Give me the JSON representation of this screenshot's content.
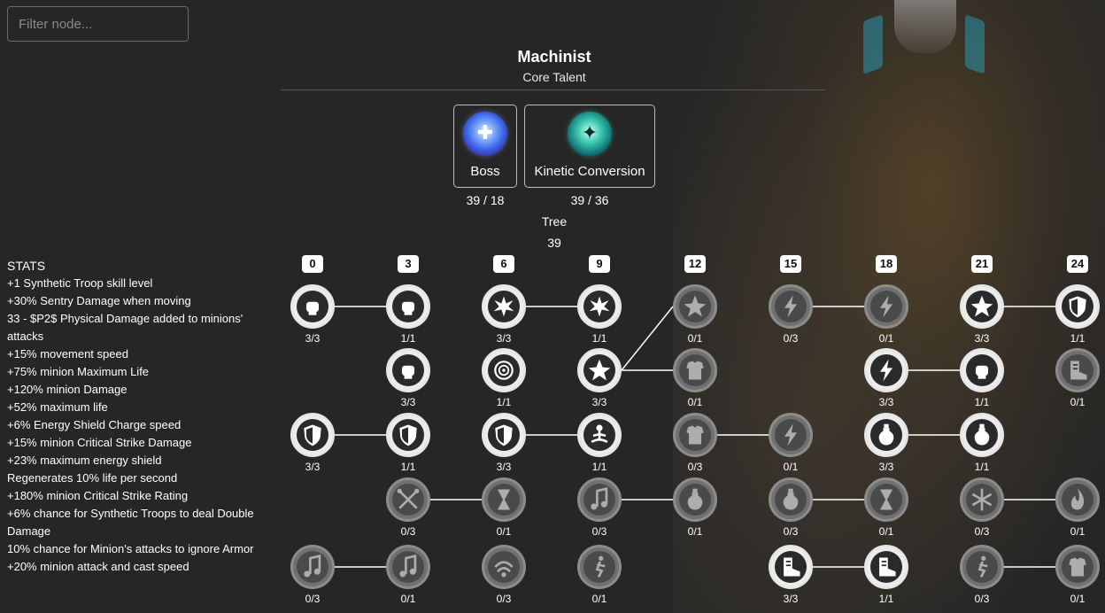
{
  "filter": {
    "placeholder": "Filter node..."
  },
  "header": {
    "title": "Machinist",
    "subtitle": "Core Talent"
  },
  "core_talents": [
    {
      "name": "Boss",
      "count": "39 / 18",
      "icon": "boss-icon"
    },
    {
      "name": "Kinetic Conversion",
      "count": "39 / 36",
      "icon": "kinetic-conversion-icon"
    }
  ],
  "tree": {
    "label": "Tree",
    "value": "39"
  },
  "stats": {
    "title": "STATS",
    "lines": [
      "+1 Synthetic Troop skill level",
      "+30% Sentry Damage when moving",
      "33 - $P2$ Physical Damage added to minions' attacks",
      "+15% movement speed",
      "+75% minion Maximum Life",
      "+120% minion Damage",
      "+52% maximum life",
      "+6% Energy Shield Charge speed",
      "+15% minion Critical Strike Damage",
      "+23% maximum energy shield",
      "Regenerates 10% life per second",
      "+180% minion Critical Strike Rating",
      "+6% chance for Synthetic Troops to deal Double Damage",
      "10% chance for Minion's attacks to ignore Armor",
      "+20% minion attack and cast speed"
    ]
  },
  "levels": [
    "0",
    "3",
    "6",
    "9",
    "12",
    "15",
    "18",
    "21",
    "24"
  ],
  "nodes": [
    {
      "col": 0,
      "row": 0,
      "count": "3/3",
      "active": true,
      "icon": "fist-icon"
    },
    {
      "col": 1,
      "row": 0,
      "count": "1/1",
      "active": true,
      "icon": "fist-icon"
    },
    {
      "col": 2,
      "row": 0,
      "count": "3/3",
      "active": true,
      "icon": "burst-icon"
    },
    {
      "col": 3,
      "row": 0,
      "count": "1/1",
      "active": true,
      "icon": "burst-icon"
    },
    {
      "col": 4,
      "row": 0,
      "count": "0/1",
      "active": false,
      "icon": "star-icon"
    },
    {
      "col": 5,
      "row": 0,
      "count": "0/3",
      "active": false,
      "icon": "bolt-icon"
    },
    {
      "col": 6,
      "row": 0,
      "count": "0/1",
      "active": false,
      "icon": "bolt-icon"
    },
    {
      "col": 7,
      "row": 0,
      "count": "3/3",
      "active": true,
      "icon": "star-icon"
    },
    {
      "col": 8,
      "row": 0,
      "count": "1/1",
      "active": true,
      "icon": "shield-icon"
    },
    {
      "col": 1,
      "row": 1,
      "count": "3/3",
      "active": true,
      "icon": "fist-icon"
    },
    {
      "col": 2,
      "row": 1,
      "count": "1/1",
      "active": true,
      "icon": "target-icon"
    },
    {
      "col": 3,
      "row": 1,
      "count": "3/3",
      "active": true,
      "icon": "star-icon"
    },
    {
      "col": 4,
      "row": 1,
      "count": "0/1",
      "active": false,
      "icon": "armor-icon"
    },
    {
      "col": 6,
      "row": 1,
      "count": "3/3",
      "active": true,
      "icon": "bolt-icon"
    },
    {
      "col": 7,
      "row": 1,
      "count": "1/1",
      "active": true,
      "icon": "fist-icon"
    },
    {
      "col": 8,
      "row": 1,
      "count": "0/1",
      "active": false,
      "icon": "boot-icon"
    },
    {
      "col": 0,
      "row": 2,
      "count": "3/3",
      "active": true,
      "icon": "shield-icon"
    },
    {
      "col": 1,
      "row": 2,
      "count": "1/1",
      "active": true,
      "icon": "shield-icon"
    },
    {
      "col": 2,
      "row": 2,
      "count": "3/3",
      "active": true,
      "icon": "shield-icon"
    },
    {
      "col": 3,
      "row": 2,
      "count": "1/1",
      "active": true,
      "icon": "meditate-icon"
    },
    {
      "col": 4,
      "row": 2,
      "count": "0/3",
      "active": false,
      "icon": "armor-icon"
    },
    {
      "col": 5,
      "row": 2,
      "count": "0/1",
      "active": false,
      "icon": "bolt-icon"
    },
    {
      "col": 6,
      "row": 2,
      "count": "3/3",
      "active": true,
      "icon": "potion-icon"
    },
    {
      "col": 7,
      "row": 2,
      "count": "1/1",
      "active": true,
      "icon": "potion-icon"
    },
    {
      "col": 1,
      "row": 3,
      "count": "0/3",
      "active": false,
      "icon": "cross-arrows-icon"
    },
    {
      "col": 2,
      "row": 3,
      "count": "0/1",
      "active": false,
      "icon": "hourglass-icon"
    },
    {
      "col": 3,
      "row": 3,
      "count": "0/3",
      "active": false,
      "icon": "note-icon"
    },
    {
      "col": 4,
      "row": 3,
      "count": "0/1",
      "active": false,
      "icon": "potion-icon"
    },
    {
      "col": 5,
      "row": 3,
      "count": "0/3",
      "active": false,
      "icon": "potion-icon"
    },
    {
      "col": 6,
      "row": 3,
      "count": "0/1",
      "active": false,
      "icon": "hourglass-icon"
    },
    {
      "col": 7,
      "row": 3,
      "count": "0/3",
      "active": false,
      "icon": "snowflake-icon"
    },
    {
      "col": 8,
      "row": 3,
      "count": "0/1",
      "active": false,
      "icon": "flame-icon"
    },
    {
      "col": 0,
      "row": 4,
      "count": "0/3",
      "active": false,
      "icon": "note-icon"
    },
    {
      "col": 1,
      "row": 4,
      "count": "0/1",
      "active": false,
      "icon": "note-icon"
    },
    {
      "col": 2,
      "row": 4,
      "count": "0/3",
      "active": false,
      "icon": "spin-icon"
    },
    {
      "col": 3,
      "row": 4,
      "count": "0/1",
      "active": false,
      "icon": "figure-icon"
    },
    {
      "col": 5,
      "row": 4,
      "count": "3/3",
      "active": true,
      "icon": "boot-icon"
    },
    {
      "col": 6,
      "row": 4,
      "count": "1/1",
      "active": true,
      "icon": "boot-icon"
    },
    {
      "col": 7,
      "row": 4,
      "count": "0/3",
      "active": false,
      "icon": "figure-icon"
    },
    {
      "col": 8,
      "row": 4,
      "count": "0/1",
      "active": false,
      "icon": "armor-icon"
    }
  ],
  "links": [
    [
      0,
      0,
      1,
      0
    ],
    [
      2,
      0,
      3,
      0
    ],
    [
      5,
      0,
      6,
      0
    ],
    [
      7,
      0,
      8,
      0
    ],
    [
      3,
      1,
      4,
      0
    ],
    [
      3,
      1,
      4,
      1
    ],
    [
      6,
      1,
      7,
      1
    ],
    [
      0,
      2,
      1,
      2
    ],
    [
      2,
      2,
      3,
      2
    ],
    [
      4,
      2,
      5,
      2
    ],
    [
      6,
      2,
      7,
      2
    ],
    [
      1,
      3,
      2,
      3
    ],
    [
      3,
      3,
      4,
      3
    ],
    [
      5,
      3,
      6,
      3
    ],
    [
      7,
      3,
      8,
      3
    ],
    [
      0,
      4,
      1,
      4
    ],
    [
      5,
      4,
      6,
      4
    ],
    [
      7,
      4,
      8,
      4
    ]
  ]
}
